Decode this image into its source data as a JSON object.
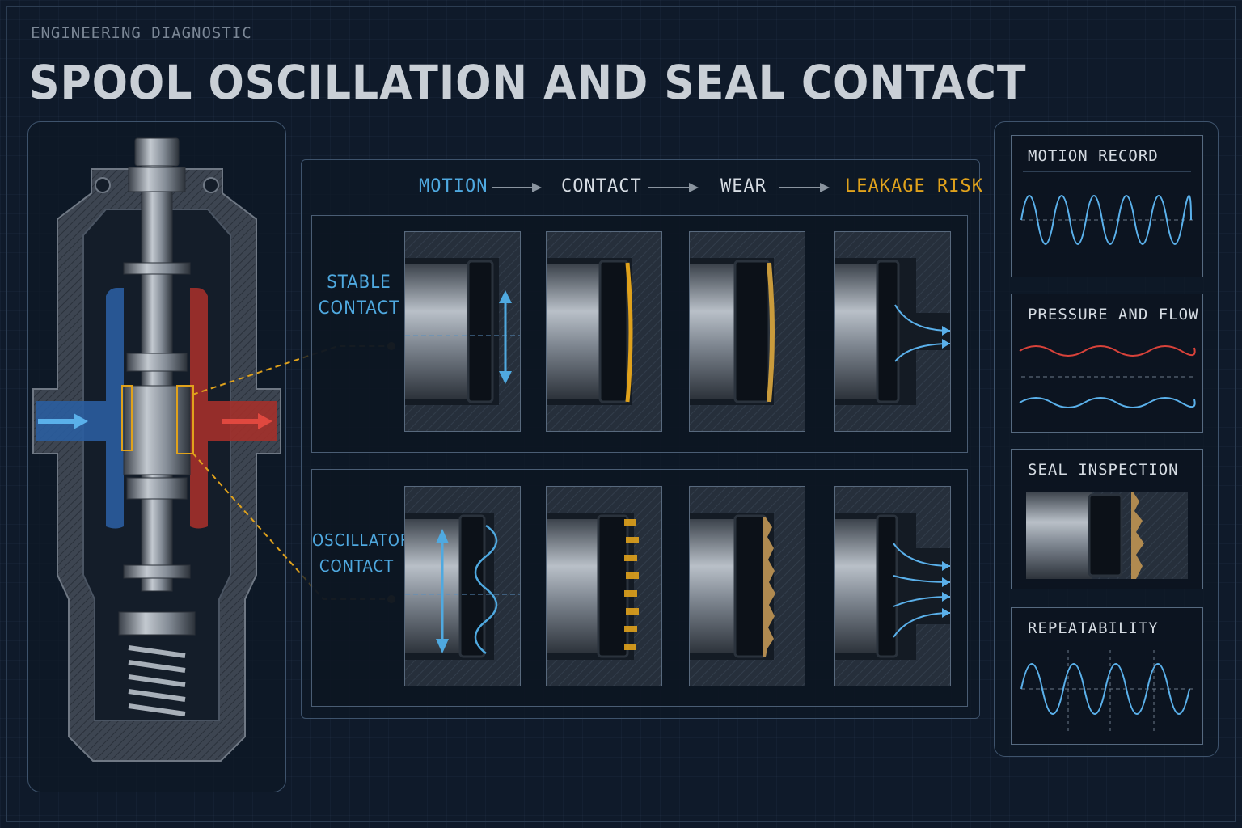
{
  "header": {
    "kicker": "ENGINEERING DIAGNOSTIC",
    "title": "SPOOL OSCILLATION AND SEAL CONTACT"
  },
  "flow": {
    "steps": [
      "MOTION",
      "CONTACT",
      "WEAR",
      "LEAKAGE RISK"
    ]
  },
  "rows": {
    "stable": {
      "label_line1": "STABLE",
      "label_line2": "CONTACT"
    },
    "oscillatory": {
      "label_line1": "OSCILLATORY",
      "label_line2": "CONTACT"
    }
  },
  "side_cards": {
    "motion": {
      "title": "MOTION RECORD"
    },
    "pressure": {
      "title": "PRESSURE AND FLOW"
    },
    "seal": {
      "title": "SEAL INSPECTION"
    },
    "repeat": {
      "title": "REPEATABILITY"
    }
  },
  "colors": {
    "background": "#0f1a2a",
    "blue_accent": "#4fa9e0",
    "amber_accent": "#e0a21c",
    "pressure_red": "#c8372f",
    "text": "#d7dde4"
  },
  "icons": {
    "flow_arrow": "right-arrow-icon",
    "inlet": "inlet-arrow-icon",
    "outlet": "outlet-arrow-icon"
  }
}
